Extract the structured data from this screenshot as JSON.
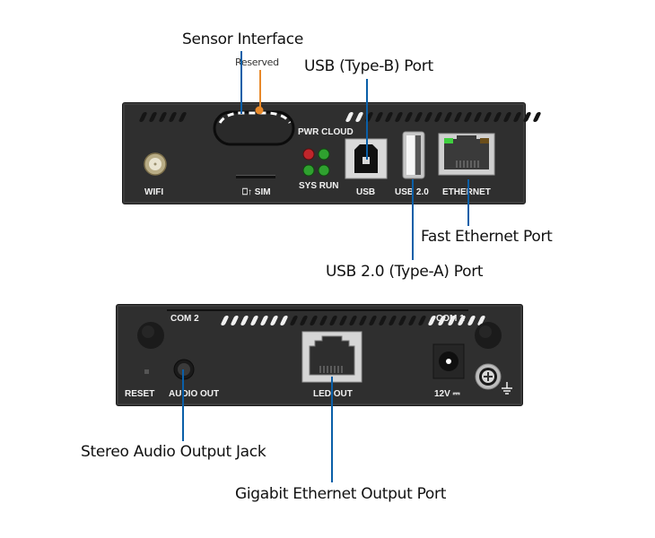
{
  "callouts": {
    "sensor_interface": "Sensor Interface",
    "reserved": "Reserved",
    "usb_type_b": "USB (Type-B) Port",
    "fast_ethernet": "Fast Ethernet Port",
    "usb_type_a": "USB 2.0 (Type-A) Port",
    "stereo_audio": "Stereo Audio Output Jack",
    "gigabit_ethernet": "Gigabit Ethernet Output Port"
  },
  "front_panel": {
    "wifi": "WIFI",
    "sim": "SIM",
    "pwr_cloud": "PWR CLOUD",
    "sys_run": "SYS RUN",
    "usb": "USB",
    "usb2": "USB 2.0",
    "ethernet": "ETHERNET",
    "leds": [
      {
        "name": "PWR",
        "color": "#c0262b"
      },
      {
        "name": "CLOUD",
        "color": "#2fa12f"
      },
      {
        "name": "SYS",
        "color": "#2fa12f"
      },
      {
        "name": "RUN",
        "color": "#2fa12f"
      }
    ]
  },
  "rear_panel": {
    "com2": "COM 2",
    "com1": "COM 1",
    "reset": "RESET",
    "audio_out": "AUDIO OUT",
    "led_out": "LED OUT",
    "power": "12V ⎓"
  },
  "colors": {
    "callout_line": "#0a5fa8",
    "reserved_line": "#e8892a",
    "panel": "#2f2f2f"
  }
}
